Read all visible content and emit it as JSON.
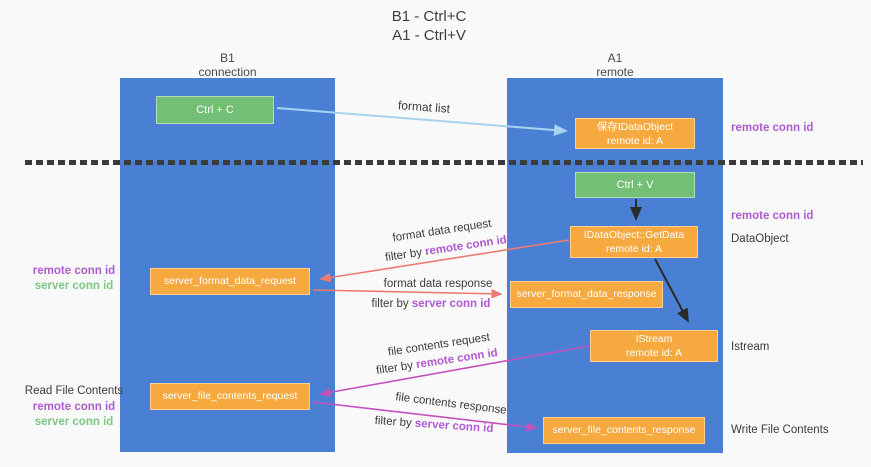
{
  "title": {
    "line1": "B1 - Ctrl+C",
    "line2": "A1 - Ctrl+V"
  },
  "lanes": {
    "left": {
      "name": "B1",
      "role": "connection"
    },
    "right": {
      "name": "A1",
      "role": "remote"
    }
  },
  "nodes": {
    "ctrl_c": {
      "label": "Ctrl + C"
    },
    "ctrl_v": {
      "label": "Ctrl + V"
    },
    "save_dataobject": {
      "line1": "保存IDataObject",
      "line2": "remote id: A"
    },
    "getdata": {
      "line1": "IDataObject::GetData",
      "line2": "remote id: A"
    },
    "istream": {
      "line1": "IStream",
      "line2": "remote id: A"
    },
    "format_request": {
      "label": "server_format_data_request"
    },
    "format_response": {
      "label": "server_format_data_response"
    },
    "file_request": {
      "label": "server_file_contents_request"
    },
    "file_response": {
      "label": "server_file_contents_response"
    }
  },
  "edge_labels": {
    "format_list": "format list",
    "format_request": "format data request",
    "format_request_filter": {
      "prefix": "filter by ",
      "key": "remote conn id"
    },
    "format_response": "format data response",
    "format_response_filter": {
      "prefix": "filter by ",
      "key": "server conn id"
    },
    "file_request": "file contents request",
    "file_request_filter": {
      "prefix": "filter by ",
      "key": "remote conn id"
    },
    "file_response": "file contents response",
    "file_response_filter": {
      "prefix": "filter by ",
      "key": "server conn id"
    }
  },
  "side_labels": {
    "remote_conn_top_right": "remote conn id",
    "remote_conn_mid_right": "remote conn id",
    "dataobject": "DataObject",
    "istream": "Istream",
    "write_file_contents": "Write File Contents",
    "read_file_contents": "Read File Contents",
    "left_group1": {
      "remote": "remote conn id",
      "server": "server conn id"
    },
    "left_group2": {
      "remote": "remote conn id",
      "server": "server conn id"
    }
  },
  "colors": {
    "lane_blue": "#4A80D4",
    "box_green": "#74BF76",
    "box_orange": "#F6A93F",
    "label_purple": "#AE5BD0",
    "label_green": "#7BC882",
    "arrow_salmon": "#ED7B74",
    "arrow_magenta": "#C351BE",
    "arrow_lightblue": "#A8D3F0",
    "arrow_black": "#2B2B2B",
    "dashed_divider": "#3B3B3B"
  }
}
